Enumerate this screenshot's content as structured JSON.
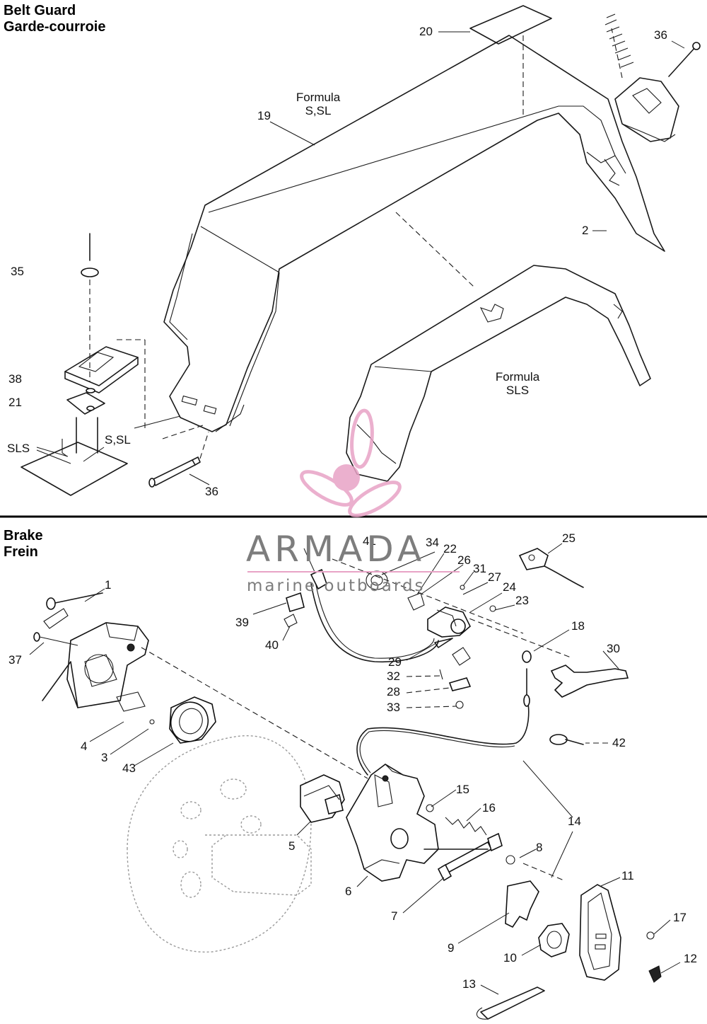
{
  "sections": {
    "belt_guard": {
      "title_en": "Belt Guard",
      "title_fr": "Garde-courroie"
    },
    "brake": {
      "title_en": "Brake",
      "title_fr": "Frein"
    }
  },
  "notes": {
    "formula_s_sl": [
      "Formula",
      "S,SL"
    ],
    "formula_sls": [
      "Formula",
      "SLS"
    ],
    "sls": "SLS",
    "s_sl": "S,SL"
  },
  "callouts": {
    "belt_guard": [
      "20",
      "36",
      "19",
      "2",
      "35",
      "38",
      "21",
      "36"
    ],
    "brake": [
      "41",
      "34",
      "22",
      "25",
      "26",
      "31",
      "27",
      "24",
      "23",
      "1",
      "39",
      "40",
      "18",
      "30",
      "37",
      "29",
      "32",
      "28",
      "33",
      "4",
      "3",
      "43",
      "42",
      "15",
      "16",
      "14",
      "5",
      "8",
      "6",
      "11",
      "7",
      "17",
      "9",
      "10",
      "12",
      "13"
    ]
  },
  "watermark": {
    "brand": "ARMADA",
    "tagline": "marine outboards",
    "colors": {
      "logo": "#e8a3c6",
      "text": "#7d7d7d"
    }
  },
  "colors": {
    "line": "#1a1a1a",
    "divider": "#000000"
  }
}
